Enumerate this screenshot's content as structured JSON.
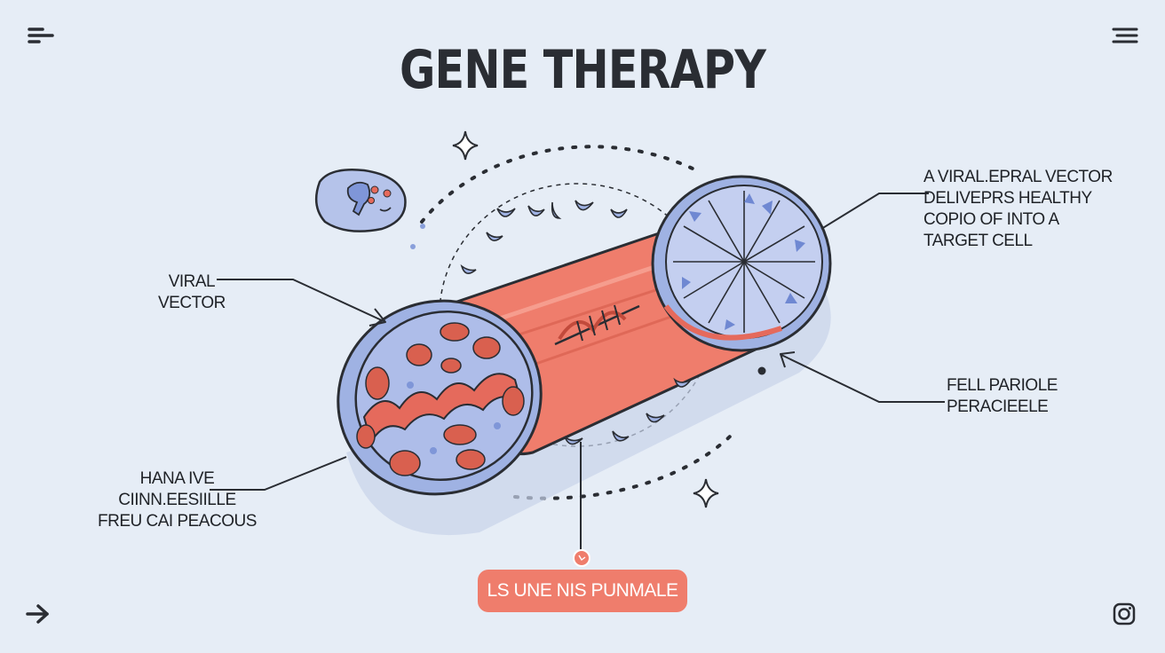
{
  "header": {
    "title": "GENE THERAPY"
  },
  "labels": {
    "viral_vector": "VIRAL\nVECTOR",
    "description": "A VIRAL.EPRAL VECTOR\nDELIVEPRS HEALTHY\nCOPIO OF INTO A\nTARGET CELL",
    "fell_particle": "FELL PARIOLE\nPERACIEELE",
    "bottom_left": "HANA IVE\nCIINN.EESIILLE\nFREU CAI PEACOUS"
  },
  "cta": {
    "label": "LS UNE NIS PUNMALE"
  },
  "icons": {
    "menu_left": "menu-icon",
    "menu_right": "hamburger-icon",
    "next": "arrow-right-icon",
    "social": "instagram-icon"
  },
  "colors": {
    "background": "#e6edf6",
    "vector_body": "#ef7d6c",
    "cell_fill": "#9fb2e3",
    "outline": "#2a2d33",
    "cta": "#ef7d6c"
  }
}
